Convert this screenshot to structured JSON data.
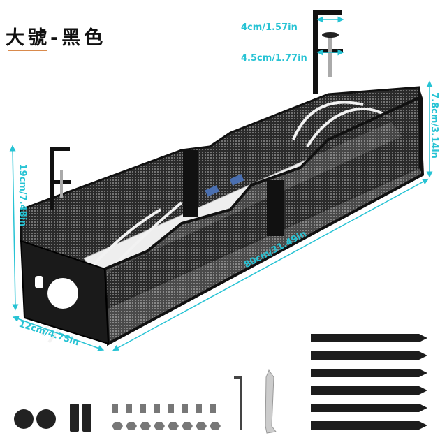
{
  "title": "大號-黑色",
  "dimensions": {
    "clamp_top": "4cm/1.57in",
    "clamp_bottom": "4.5cm/1.77in",
    "end_height": "7.8cm/3.14in",
    "total_height": "19cm/7.48in",
    "length": "80cm/31.49in",
    "width": "12cm/4.75in"
  },
  "colors": {
    "dimension": "#27c3d4",
    "accent": "#d98a4c",
    "product": "#1a1a1a"
  }
}
